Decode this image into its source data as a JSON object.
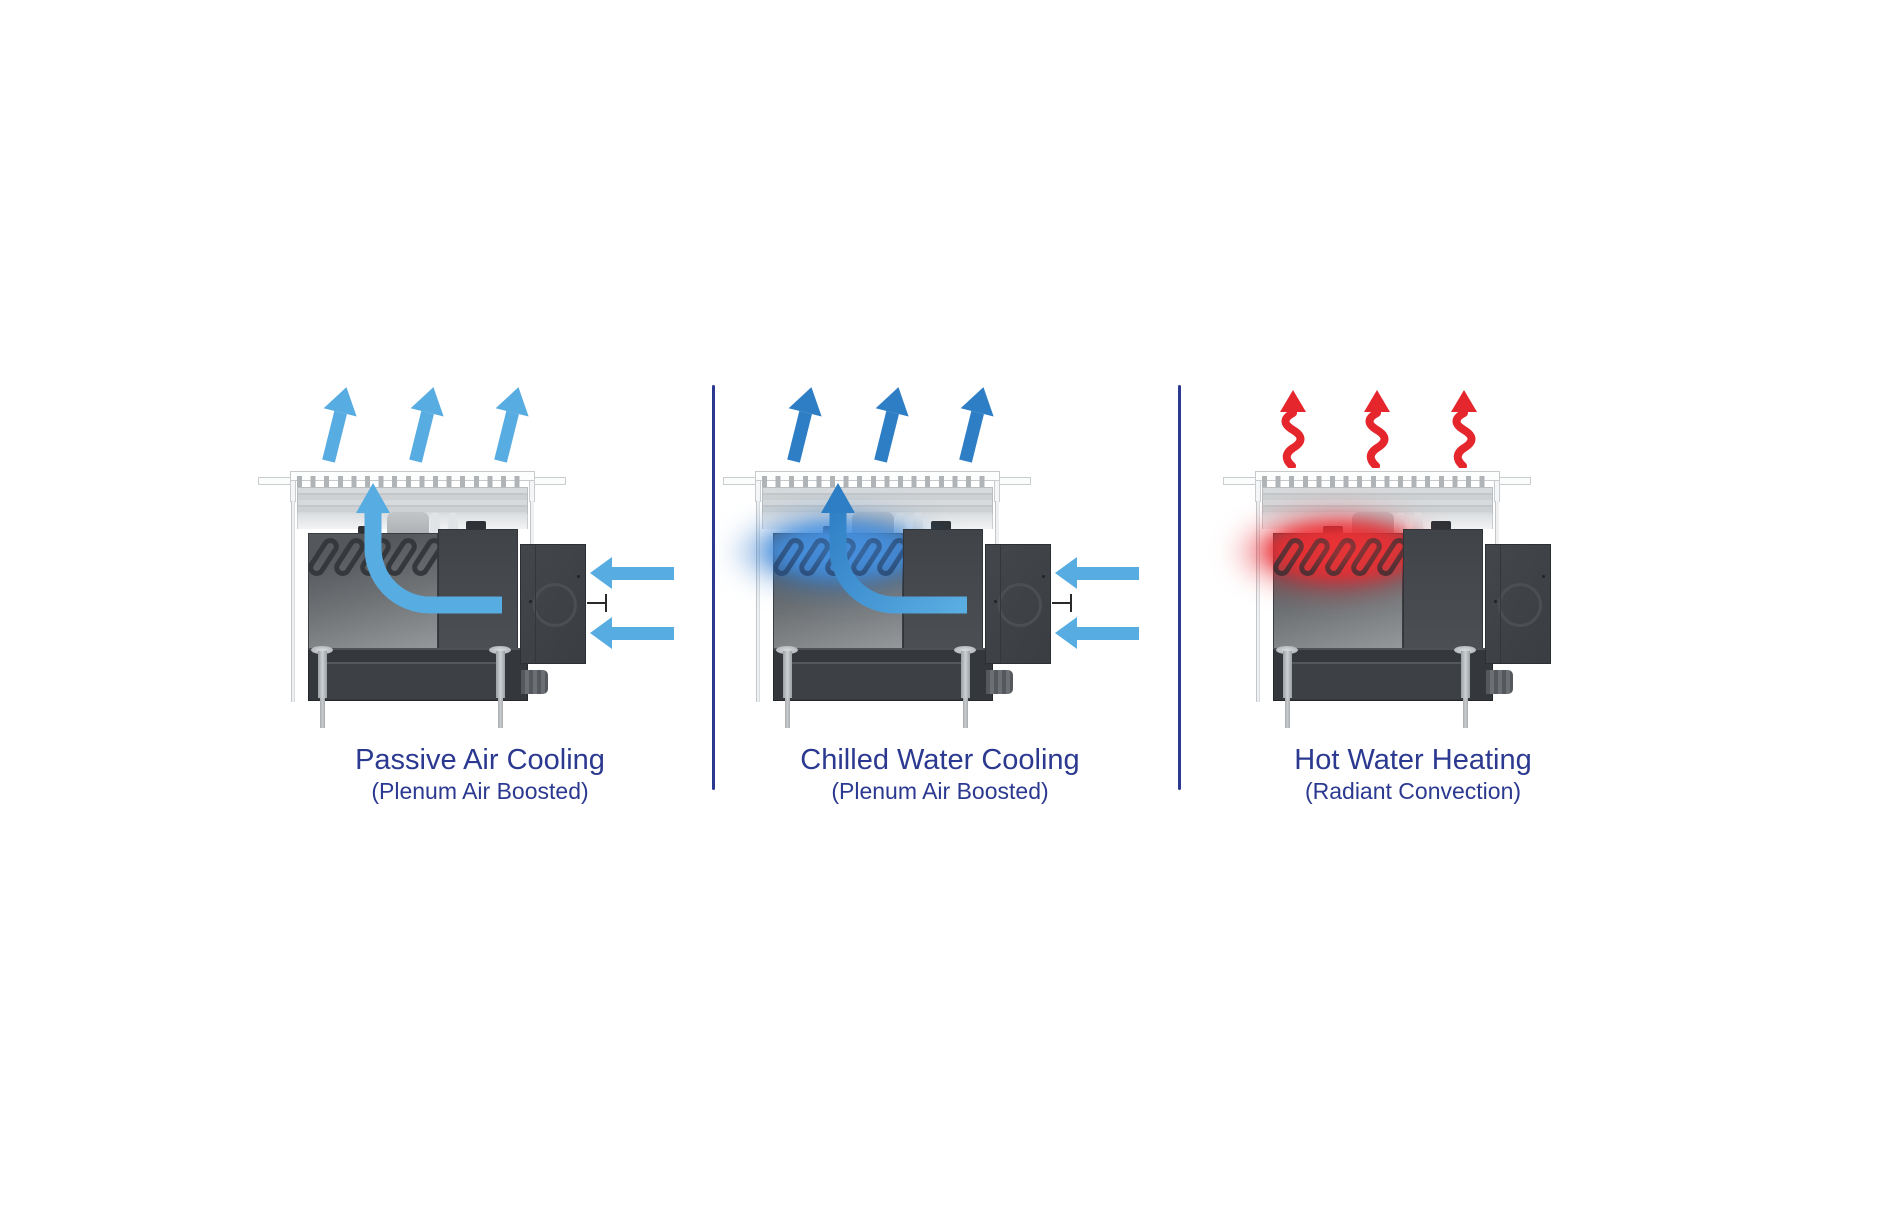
{
  "page": {
    "background": "#ffffff",
    "type": "product-operating-modes-diagram"
  },
  "colors": {
    "light_blue": "#57ACE2",
    "medium_blue": "#2E7EC5",
    "red": "#E5262C",
    "navy_text": "#2B3990",
    "divider": "#2B3990"
  },
  "panels": [
    {
      "title": "Passive Air Cooling",
      "subtitle": "(Plenum Air Boosted)",
      "exhaust_arrows": {
        "style": "straight",
        "count": 3,
        "color": "#57ACE2"
      },
      "intake_arrows": {
        "count": 2,
        "color": "#57ACE2"
      },
      "curved_airflow_arrow": {
        "present": true,
        "color": "#57ACE2"
      },
      "coil_glow": "none"
    },
    {
      "title": "Chilled Water Cooling",
      "subtitle": "(Plenum Air Boosted)",
      "exhaust_arrows": {
        "style": "straight",
        "count": 3,
        "color": "#2E7EC5"
      },
      "intake_arrows": {
        "count": 2,
        "color": "#57ACE2"
      },
      "curved_airflow_arrow": {
        "present": true,
        "color": "gradient #57ACE2 to #2E7EC5"
      },
      "coil_glow": "#2E7EC5"
    },
    {
      "title": "Hot Water Heating",
      "subtitle": "(Radiant Convection)",
      "exhaust_arrows": {
        "style": "wavy",
        "count": 3,
        "color": "#E5262C"
      },
      "intake_arrows": {
        "count": 0
      },
      "curved_airflow_arrow": {
        "present": false
      },
      "coil_glow": "#E5262C"
    }
  ],
  "dividers": {
    "count": 2,
    "color": "#2B3990"
  }
}
